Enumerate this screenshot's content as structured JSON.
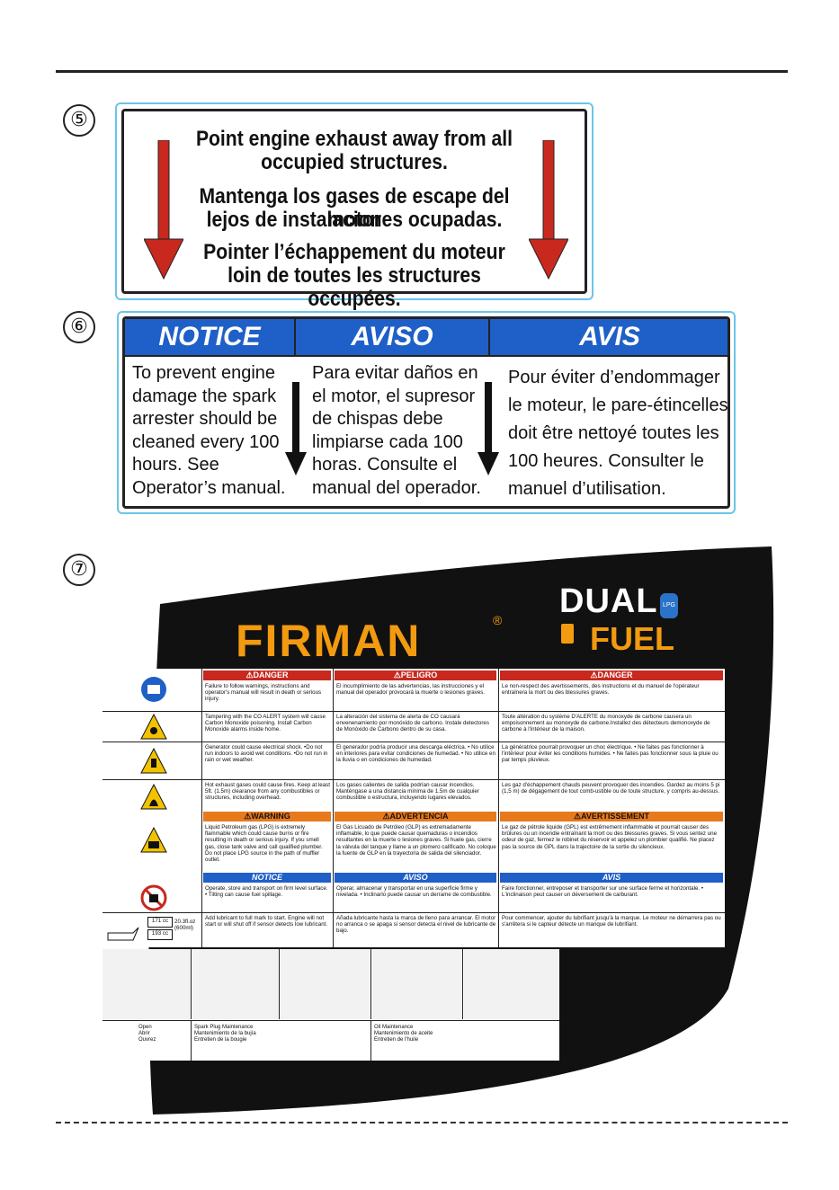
{
  "circle_numbers": [
    "⑤",
    "⑥",
    "⑦"
  ],
  "label5": {
    "lines": [
      "Point engine exhaust away from all",
      "occupied structures.",
      "Mantenga los gases de escape del motor",
      "lejos de instalaciones ocupadas.",
      "Pointer l’échappement du moteur",
      "loin de toutes les structures occupées."
    ]
  },
  "label6": {
    "headers": [
      "NOTICE",
      "AVISO",
      "AVIS"
    ],
    "en": [
      "To prevent engine",
      "damage the spark",
      "arrester should be",
      "cleaned every 100",
      "hours. See",
      "Operator’s manual."
    ],
    "es": [
      "Para evitar daños en",
      "el motor, el supresor",
      "de chispas debe",
      "limpiarse cada 100",
      "horas. Consulte el",
      "manual del operador."
    ],
    "fr": [
      "Pour éviter d’endommager",
      "le moteur, le pare-étincelles",
      "doit être nettoyé toutes les",
      "100 heures. Consulter le",
      "manuel d’utilisation."
    ]
  },
  "label7": {
    "brand": "FIRMAN",
    "reg": "®",
    "dual": "DUAL",
    "fuel": "FUEL",
    "lpg": "LPG",
    "danger_headers": [
      "⚠DANGER",
      "⚠PELIGRO",
      "⚠DANGER"
    ],
    "warning_headers": [
      "⚠WARNING",
      "⚠ADVERTENCIA",
      "⚠AVERTISSEMENT"
    ],
    "notice_headers": [
      "NOTICE",
      "AVISO",
      "AVIS"
    ],
    "rows": [
      {
        "en": "Failure to follow warnings, instructions and operator's manual will result in death or serious injury.",
        "es": "El incumplimiento de las advertencias, las instrucciones y el manual del operador provocará la muerte o lesiones graves.",
        "fr": "Le non-respect des avertissements, des instructions et du manuel de l'opérateur entraînera la mort ou des blessures graves."
      },
      {
        "en": "Tampering with the CO ALERT system will cause Carbon Monoxide poisoning. Install Carbon Monoxide alarms inside home.",
        "es": "La alteración del sistema de alerta de CO causará envenenamiento por monóxido de carbono. Instale detectores de Monóxido de Carbono dentro de su casa.",
        "fr": "Toute altération du système D'ALERTE du monoxyde de carbone causera un empoisonnement au monoxyde de carbone.Installez des détecteurs demonoxyde de carbone à l'intérieur de la maison."
      },
      {
        "en": "Generator could cause electrical shock. •Do not run indoors to avoid wet conditions. •Do not run in rain or wet weather.",
        "es": "El generador podría producir una descarga eléctrica. • No utilice en interiores para evitar condiciones de humedad. • No utilice en la lluvia o en condiciones de humedad.",
        "fr": "La génératrice pourrait provoquer un choc électrique. • Ne faites pas fonctionner à l'intérieur pour éviter les conditions humides. • Ne faites pas fonctionner sous la pluie ou par temps pluvieux."
      },
      {
        "en": "Hot exhaust gases could cause fires. Keep at least 5ft. (1.5m) clearance from any combustibles or structures, including overhead.",
        "es": "Los gases calientes de salida podrían causar incendios. Manténgase a una distancia mínima de 1.5m de cualquier combustible o estructura, incluyendo lugares elevados.",
        "fr": "Les gaz d'échappement chauds peuvent provoquer des incendies. Gardez au moins 5 pi (1,5 m) de dégagement de tout comb-ustible ou de toute structure, y compris au-dessus."
      },
      {
        "en": "Liquid Petroleum gas (LPG) is extremely flammable which could cause burns or fire resulting in death or serious injury. If you smell gas, close tank valve and call qualified plumber. Do not place LPG source in the path of muffler outlet.",
        "es": "El Gas Licuado de Petróleo (GLP) es extremadamente inflamable, lo que puede causar quemaduras o incendios resultantes en la muerte o lesiones graves. Si huele gas, cierre la válvula del tanque y llame a un plomero calificado. No coloque la fuente de GLP en la trayectoria de salida del silenciador.",
        "fr": "Le gaz de pétrole liquide (GPL) est extrêmement inflammable et pourrait causer des brûlures ou un incendie entraînant la mort ou des blessures graves. Si vous sentez une odeur de gaz, fermez le robinet du réservoir et appelez un plombier qualifié. Ne placez pas la source de GPL dans la trajectoire de la sortie du silencieux."
      },
      {
        "en": "Operate, store and transport on firm level surface. • Tilting can cause fuel spillage.",
        "es": "Operar, almacenar y transportar en una superficie firme y nivelada. • Inclinarlo puede causar un derrame de combustible.",
        "fr": "Faire fonctionner, entreposer et transporter sur une surface ferme et horizontale. • L'inclinaison peut causer un déversement de carburant."
      },
      {
        "en": "Add lubricant to full mark to start. Engine will not start or will shut off if sensor detects low lubricant.",
        "es": "Añada lubricante hasta la marca de lleno para arrancar. El motor no arranca o se apaga si sensor detecta el nivel de lubricante de bajo.",
        "fr": "Pour commencer, ajouter du lubrifiant jusqu'à la marque. Le moteur ne démarrera pas ou s'arrêtera si le capteur détecte un manque de lubrifiant."
      }
    ],
    "oil": {
      "cc1": "171 cc",
      "cc2": "193 cc",
      "qty": "20.3fl.oz (600ml)"
    },
    "captions": [
      [
        "Open",
        "Abrir",
        "Ouvrez"
      ],
      [
        "Spark Plug Maintenance",
        "Mantenimiento de la bujía",
        "Entretien de la bougie"
      ],
      [
        "Oil Maintenance",
        "Mantenimiento de aceite",
        "Entretien de l'huile"
      ]
    ]
  }
}
